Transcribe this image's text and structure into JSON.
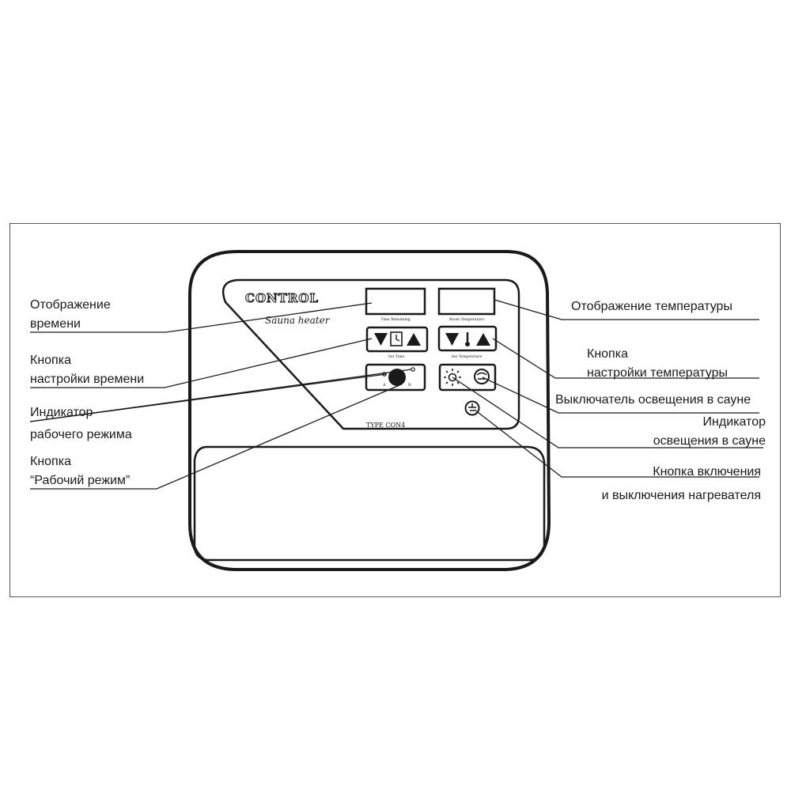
{
  "device": {
    "brand": "CONTROL",
    "subtitle": "Sauna heater",
    "type_label": "TYPE CON4",
    "time_display_caption": "Time Remaining",
    "temp_display_caption": "Room Temperature",
    "set_time_caption": "Set Time",
    "set_temp_caption": "Set Temperature",
    "mode_a": "A",
    "mode_b": "B"
  },
  "labels": {
    "time_display": [
      "Отображение",
      "времени"
    ],
    "time_button": [
      "Кнопка",
      "настройки времени"
    ],
    "mode_indicator": [
      "Индикатор",
      "рабочего режима"
    ],
    "mode_button": [
      "Кнопка",
      "“Рабочий режим”"
    ],
    "temp_display": [
      "Отображение температуры"
    ],
    "temp_button": [
      "Кнопка",
      "настройки температуры"
    ],
    "light_switch": [
      "Выключатель освещения в сауне"
    ],
    "light_indicator": [
      "Индикатор",
      "освещения в сауне"
    ],
    "heater_button": [
      "Кнопка включения",
      "и выключения нагревателя"
    ]
  },
  "icons": {
    "arrow_down": "down-triangle-icon",
    "arrow_up": "up-triangle-icon",
    "clock": "clock-icon",
    "thermometer": "thermometer-icon",
    "mode_knob": "mode-dial-icon",
    "light": "sun-lamp-icon",
    "light_indicator": "light-indicator-icon",
    "power": "power-icon"
  },
  "colors": {
    "ink": "#1a1a1a",
    "frame": "#555555",
    "background": "#ffffff"
  }
}
